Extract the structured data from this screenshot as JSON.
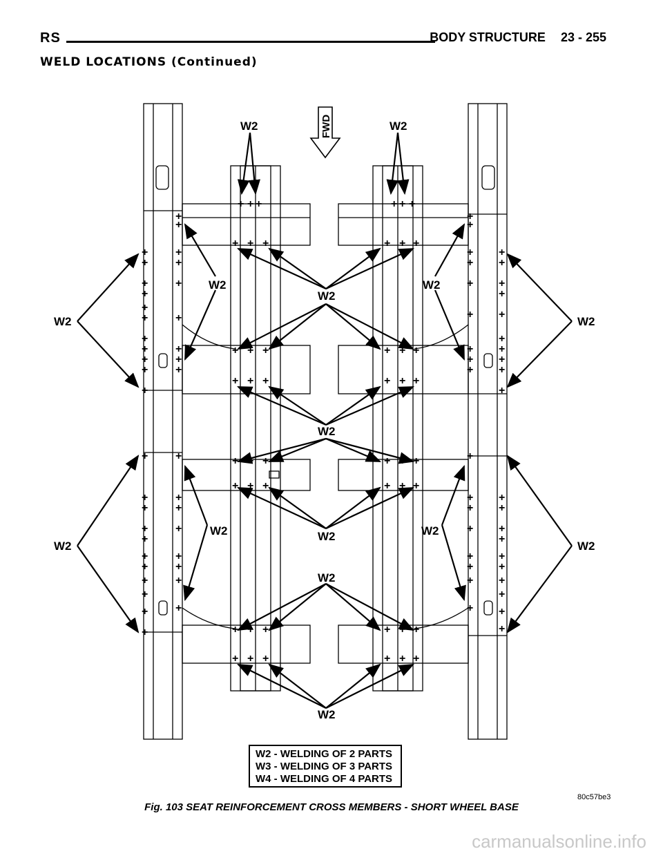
{
  "header": {
    "section_code": "RS",
    "title": "BODY STRUCTURE",
    "page": "23 - 255"
  },
  "subheader": "WELD LOCATIONS (Continued)",
  "figure": {
    "direction_label": "FWD",
    "weld_label": "W2",
    "legend": [
      "W2 - WELDING OF 2 PARTS",
      "W3 - WELDING OF 3 PARTS",
      "W4 - WELDING OF 4 PARTS"
    ],
    "figure_id": "80c57be3",
    "caption": "Fig. 103 SEAT REINFORCEMENT CROSS MEMBERS - SHORT WHEEL BASE"
  },
  "watermark": "carmanualsonline.info"
}
